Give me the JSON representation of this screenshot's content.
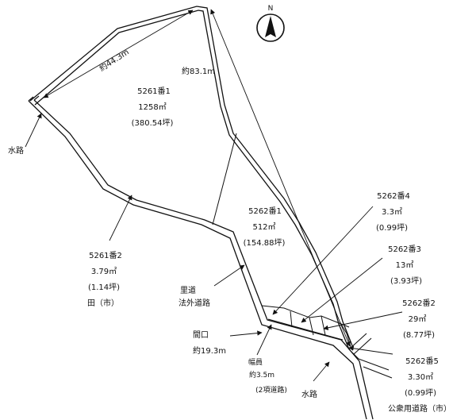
{
  "compass": {
    "letter": "N"
  },
  "dimensions": {
    "top_left_edge": "約44.3m",
    "right_edge": "約83.1m",
    "frontage_label": "間口",
    "frontage_value": "約19.3m",
    "width_label": "幅員",
    "width_value": "約3.5m",
    "width_note": "(2項道路)"
  },
  "parcels": {
    "p5261_1": {
      "number": "5261番1",
      "area": "1258㎡",
      "tsubo": "(380.54坪)"
    },
    "p5262_1": {
      "number": "5262番1",
      "area": "512㎡",
      "tsubo": "(154.88坪)"
    },
    "p5261_2": {
      "number": "5261番2",
      "area": "3.79㎡",
      "tsubo": "(1.14坪)",
      "type": "田（市）"
    },
    "p5262_4": {
      "number": "5262番4",
      "area": "3.3㎡",
      "tsubo": "(0.99坪)"
    },
    "p5262_3": {
      "number": "5262番3",
      "area": "13㎡",
      "tsubo": "(3.93坪)"
    },
    "p5262_2": {
      "number": "5262番2",
      "area": "29㎡",
      "tsubo": "(8.77坪)"
    },
    "p5262_5": {
      "number": "5262番5",
      "area": "3.30㎡",
      "tsubo": "(0.99坪)"
    }
  },
  "labels": {
    "waterway_left": "水路",
    "waterway_bottom": "水路",
    "village_road_1": "里道",
    "village_road_2": "法外道路",
    "public_road": "公衆用道路（市）"
  }
}
